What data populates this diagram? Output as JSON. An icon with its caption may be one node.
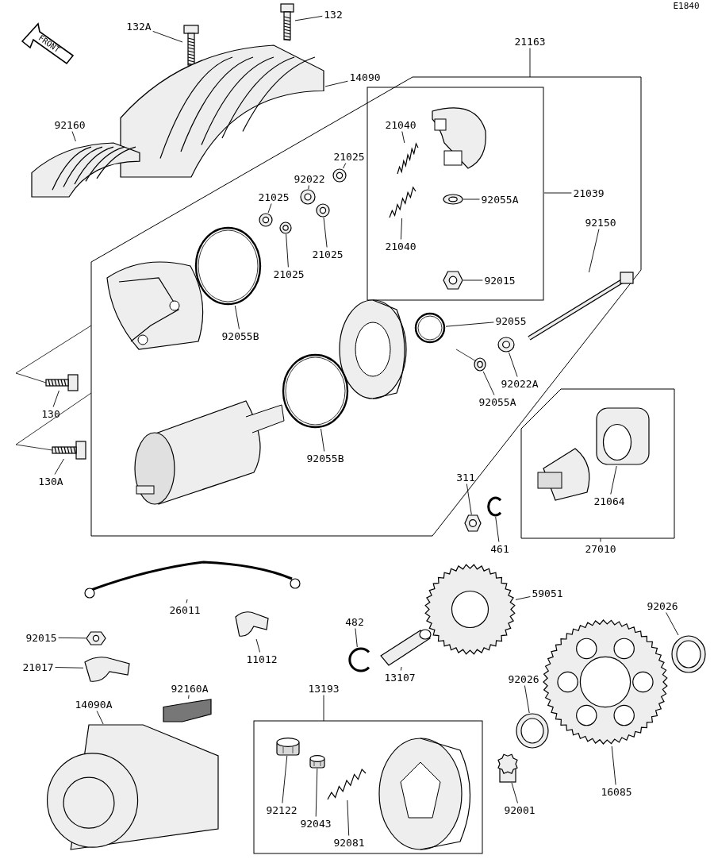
{
  "diagram": {
    "nodes": [
      {
        "text": [
          "132A"
        ]
      },
      {
        "text": [],
        "shape": "picture"
      },
      {
        "text": [
          "132"
        ]
      },
      {
        "text": [],
        "shape": "picture"
      },
      {
        "text": [
          "14090"
        ]
      },
      {
        "text": [],
        "shape": "picture"
      },
      {
        "text": [
          "92160"
        ]
      },
      {
        "text": [],
        "shape": "picture"
      },
      {
        "text": [
          "21163"
        ]
      },
      {
        "text": [
          "21040"
        ]
      },
      {
        "text": [],
        "shape": "picture"
      },
      {
        "text": [
          "21040"
        ]
      },
      {
        "text": [],
        "shape": "picture"
      },
      {
        "text": [
          "21039"
        ]
      },
      {
        "text": [
          "92055A"
        ]
      },
      {
        "text": [],
        "shape": "picture"
      },
      {
        "text": [
          "92015"
        ]
      },
      {
        "text": [],
        "shape": "picture"
      },
      {
        "text": [
          "21025"
        ]
      },
      {
        "text": [],
        "shape": "picture"
      },
      {
        "text": [
          "92022"
        ]
      },
      {
        "text": [],
        "shape": "picture"
      },
      {
        "text": [
          "21025"
        ]
      },
      {
        "text": [],
        "shape": "picture"
      },
      {
        "text": [
          "21025"
        ]
      },
      {
        "text": [],
        "shape": "picture"
      },
      {
        "text": [
          "21025"
        ]
      },
      {
        "text": [],
        "shape": "picture"
      },
      {
        "text": [
          "92055B"
        ]
      },
      {
        "text": [],
        "shape": "picture"
      },
      {
        "text": [
          "92150"
        ]
      },
      {
        "text": [],
        "shape": "picture"
      },
      {
        "text": [
          "92055"
        ]
      },
      {
        "text": [],
        "shape": "picture"
      },
      {
        "text": [
          "92055A"
        ]
      },
      {
        "text": [],
        "shape": "picture"
      },
      {
        "text": [
          "92022A"
        ]
      },
      {
        "text": [],
        "shape": "picture"
      },
      {
        "text": [
          "130"
        ]
      },
      {
        "text": [],
        "shape": "picture"
      },
      {
        "text": [
          "130A"
        ]
      },
      {
        "text": [],
        "shape": "picture"
      },
      {
        "text": [
          "92055B"
        ]
      },
      {
        "text": [],
        "shape": "picture"
      },
      {
        "text": [
          "311"
        ]
      },
      {
        "text": [],
        "shape": "picture"
      },
      {
        "text": [
          "461"
        ]
      },
      {
        "text": [],
        "shape": "picture"
      },
      {
        "text": [
          "21064"
        ]
      },
      {
        "text": [],
        "shape": "picture"
      },
      {
        "text": [
          "27010"
        ]
      },
      {
        "text": [
          "26011"
        ]
      },
      {
        "text": [],
        "shape": "picture"
      },
      {
        "text": [
          "11012"
        ]
      },
      {
        "text": [],
        "shape": "picture"
      },
      {
        "text": [
          "92015"
        ]
      },
      {
        "text": [],
        "shape": "picture"
      },
      {
        "text": [
          "21017"
        ]
      },
      {
        "text": [],
        "shape": "picture"
      },
      {
        "text": [
          "482"
        ]
      },
      {
        "text": [],
        "shape": "picture"
      },
      {
        "text": [
          "13107"
        ]
      },
      {
        "text": [],
        "shape": "picture"
      },
      {
        "text": [
          "59051"
        ]
      },
      {
        "text": [],
        "shape": "picture"
      },
      {
        "text": [
          "92026"
        ]
      },
      {
        "text": [],
        "shape": "picture"
      },
      {
        "text": [
          "13193"
        ]
      },
      {
        "text": [
          "92026"
        ]
      },
      {
        "text": [],
        "shape": "picture"
      },
      {
        "text": [
          "14090A"
        ]
      },
      {
        "text": [],
        "shape": "picture"
      },
      {
        "text": [
          "92160A"
        ]
      },
      {
        "text": [],
        "shape": "picture"
      },
      {
        "text": [
          "92122"
        ]
      },
      {
        "text": [],
        "shape": "picture"
      },
      {
        "text": [
          "92043"
        ]
      },
      {
        "text": [],
        "shape": "picture"
      },
      {
        "text": [
          "92081"
        ]
      },
      {
        "text": [],
        "shape": "picture"
      },
      {
        "text": [
          "92001"
        ]
      },
      {
        "text": [],
        "shape": "picture"
      },
      {
        "text": [
          "16085"
        ]
      },
      {
        "text": [],
        "shape": "picture"
      }
    ],
    "edges": [
      {
        "from": 0,
        "to": 1,
        "arrow": "none"
      },
      {
        "from": 2,
        "to": 3,
        "arrow": "none"
      },
      {
        "from": 4,
        "to": 5,
        "arrow": "none"
      },
      {
        "from": 6,
        "to": 7,
        "arrow": "none"
      },
      {
        "from": 8,
        "to": null,
        "arrow": "none"
      },
      {
        "from": 9,
        "to": 10,
        "arrow": "none"
      },
      {
        "from": 11,
        "to": 12,
        "arrow": "none"
      },
      {
        "from": 13,
        "to": null,
        "arrow": "none"
      },
      {
        "from": 14,
        "to": 15,
        "arrow": "none"
      },
      {
        "from": 16,
        "to": 17,
        "arrow": "none"
      },
      {
        "from": 18,
        "to": 19,
        "arrow": "none"
      },
      {
        "from": 20,
        "to": 21,
        "arrow": "none"
      },
      {
        "from": 22,
        "to": 23,
        "arrow": "none"
      },
      {
        "from": 24,
        "to": 25,
        "arrow": "none"
      },
      {
        "from": 26,
        "to": 27,
        "arrow": "none"
      },
      {
        "from": 28,
        "to": 29,
        "arrow": "none"
      },
      {
        "from": 30,
        "to": 31,
        "arrow": "none"
      },
      {
        "from": 32,
        "to": 33,
        "arrow": "none"
      },
      {
        "from": 34,
        "to": 35,
        "arrow": "none"
      },
      {
        "from": 36,
        "to": 37,
        "arrow": "none"
      },
      {
        "from": 38,
        "to": 39,
        "arrow": "none"
      },
      {
        "from": 40,
        "to": 41,
        "arrow": "none"
      },
      {
        "from": 42,
        "to": 43,
        "arrow": "none"
      },
      {
        "from": 44,
        "to": 45,
        "arrow": "none"
      },
      {
        "from": 46,
        "to": 47,
        "arrow": "none"
      },
      {
        "from": 48,
        "to": 49,
        "arrow": "none"
      },
      {
        "from": 50,
        "to": null,
        "arrow": "none"
      },
      {
        "from": 51,
        "to": 52,
        "arrow": "none"
      },
      {
        "from": 53,
        "to": 54,
        "arrow": "none"
      },
      {
        "from": 55,
        "to": 56,
        "arrow": "none"
      },
      {
        "from": 57,
        "to": 58,
        "arrow": "none"
      },
      {
        "from": 59,
        "to": 60,
        "arrow": "none"
      },
      {
        "from": 61,
        "to": 62,
        "arrow": "none"
      },
      {
        "from": 63,
        "to": 64,
        "arrow": "none"
      },
      {
        "from": 65,
        "to": 66,
        "arrow": "none"
      },
      {
        "from": 67,
        "to": null,
        "arrow": "none"
      },
      {
        "from": 68,
        "to": 69,
        "arrow": "none"
      },
      {
        "from": 70,
        "to": 71,
        "arrow": "none"
      },
      {
        "from": 72,
        "to": 73,
        "arrow": "none"
      },
      {
        "from": 74,
        "to": 75,
        "arrow": "none"
      },
      {
        "from": 76,
        "to": 77,
        "arrow": "none"
      },
      {
        "from": 78,
        "to": 79,
        "arrow": "none"
      },
      {
        "from": 80,
        "to": 81,
        "arrow": "none"
      },
      {
        "from": 82,
        "to": 83,
        "arrow": "none"
      }
    ],
    "labels": [
      "E1840",
      "FRONT"
    ]
  }
}
